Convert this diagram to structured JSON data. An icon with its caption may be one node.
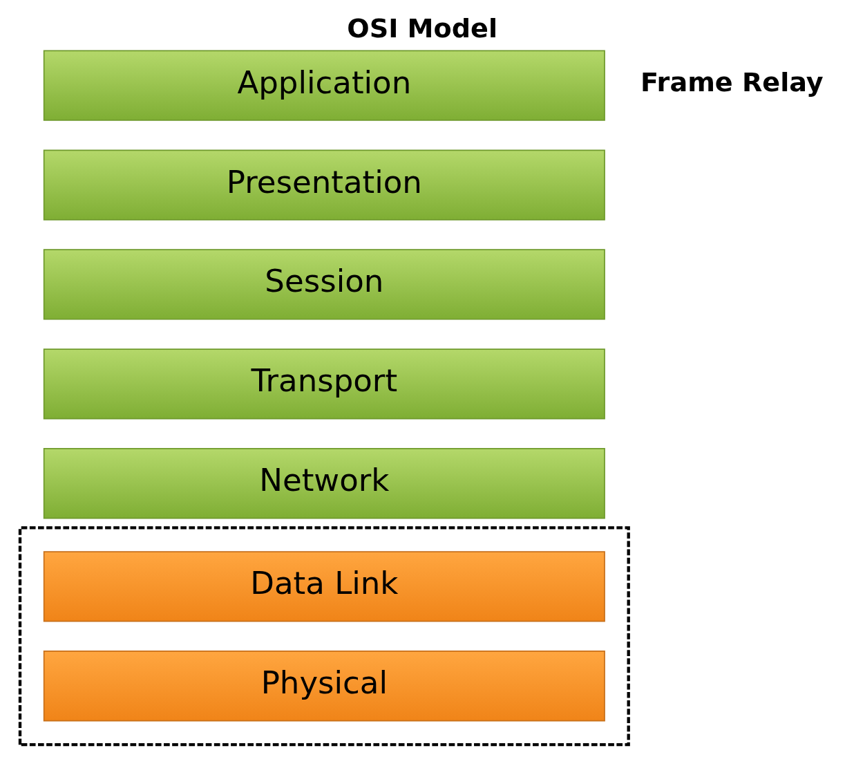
{
  "diagram": {
    "title": "OSI Model",
    "nodes": [
      {
        "text": [
          "Application"
        ]
      },
      {
        "text": [
          "Presentation"
        ]
      },
      {
        "text": [
          "Session"
        ]
      },
      {
        "text": [
          "Transport"
        ]
      },
      {
        "text": [
          "Network"
        ]
      },
      {
        "text": [],
        "shape": "box"
      },
      {
        "text": [
          "Data Link"
        ],
        "in": 5
      },
      {
        "text": [
          "Physical"
        ],
        "in": 5
      }
    ],
    "labels": [
      "Frame Relay"
    ]
  }
}
